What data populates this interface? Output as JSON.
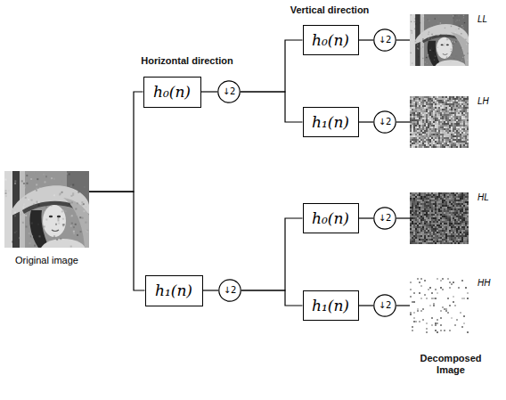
{
  "diagram": {
    "nodes": [
      {
        "text": [
          "Original image"
        ]
      },
      {
        "text": [
          "h₀(n)"
        ]
      },
      {
        "text": [
          "↓2"
        ]
      },
      {
        "text": [
          "h₁(n)"
        ]
      },
      {
        "text": [
          "↓2"
        ]
      },
      {
        "text": [
          "h₀(n)"
        ]
      },
      {
        "text": [
          "↓2"
        ]
      },
      {
        "text": [
          "LL"
        ]
      },
      {
        "text": [
          "h₁(n)"
        ]
      },
      {
        "text": [
          "↓2"
        ]
      },
      {
        "text": [
          "LH"
        ]
      },
      {
        "text": [
          "h₀(n)"
        ]
      },
      {
        "text": [
          "↓2"
        ]
      },
      {
        "text": [
          "HL"
        ]
      },
      {
        "text": [
          "h₁(n)"
        ]
      },
      {
        "text": [
          "↓2"
        ]
      },
      {
        "text": [
          "HH"
        ]
      }
    ],
    "edges": [
      {
        "from": 0,
        "to": 1,
        "arrow": "none"
      },
      {
        "from": 0,
        "to": 3,
        "arrow": "none"
      },
      {
        "from": 1,
        "to": 2,
        "arrow": "none"
      },
      {
        "from": 3,
        "to": 4,
        "arrow": "none"
      },
      {
        "from": 2,
        "to": 5,
        "arrow": "none"
      },
      {
        "from": 2,
        "to": 8,
        "arrow": "none"
      },
      {
        "from": 5,
        "to": 6,
        "arrow": "none"
      },
      {
        "from": 6,
        "to": 7,
        "arrow": "none"
      },
      {
        "from": 8,
        "to": 9,
        "arrow": "none"
      },
      {
        "from": 9,
        "to": 10,
        "arrow": "none"
      },
      {
        "from": 4,
        "to": 11,
        "arrow": "none"
      },
      {
        "from": 4,
        "to": 14,
        "arrow": "none"
      },
      {
        "from": 11,
        "to": 12,
        "arrow": "none"
      },
      {
        "from": 12,
        "to": 13,
        "arrow": "none"
      },
      {
        "from": 14,
        "to": 15,
        "arrow": "none"
      },
      {
        "from": 15,
        "to": 16,
        "arrow": "none"
      }
    ],
    "labels": [
      "Horizontal direction",
      "Vertical direction",
      "Decomposed Image"
    ]
  }
}
